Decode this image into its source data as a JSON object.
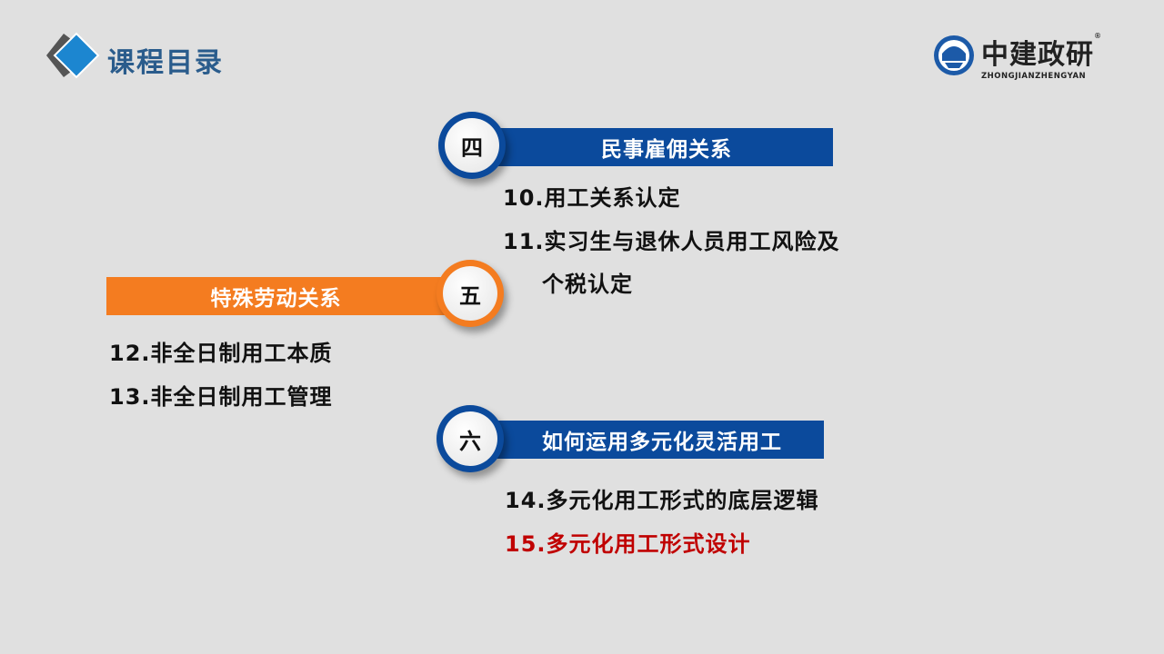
{
  "header": {
    "title": "课程目录"
  },
  "logo": {
    "name": "中建政研",
    "sub": "ZHONGJIANZHENGYAN",
    "mark": "®"
  },
  "colors": {
    "blue": "#0b4a9c",
    "orange": "#f47c20",
    "red": "#c00000"
  },
  "sections": [
    {
      "number": "四",
      "title": "民事雇佣关系",
      "items": [
        "10.用工关系认定",
        "11.实习生与退休人员用工风险及",
        "个税认定"
      ]
    },
    {
      "number": "五",
      "title": "特殊劳动关系",
      "items": [
        "12.非全日制用工本质",
        "13.非全日制用工管理"
      ]
    },
    {
      "number": "六",
      "title": "如何运用多元化灵活用工",
      "items": [
        "14.多元化用工形式的底层逻辑",
        "15.多元化用工形式设计"
      ]
    }
  ]
}
